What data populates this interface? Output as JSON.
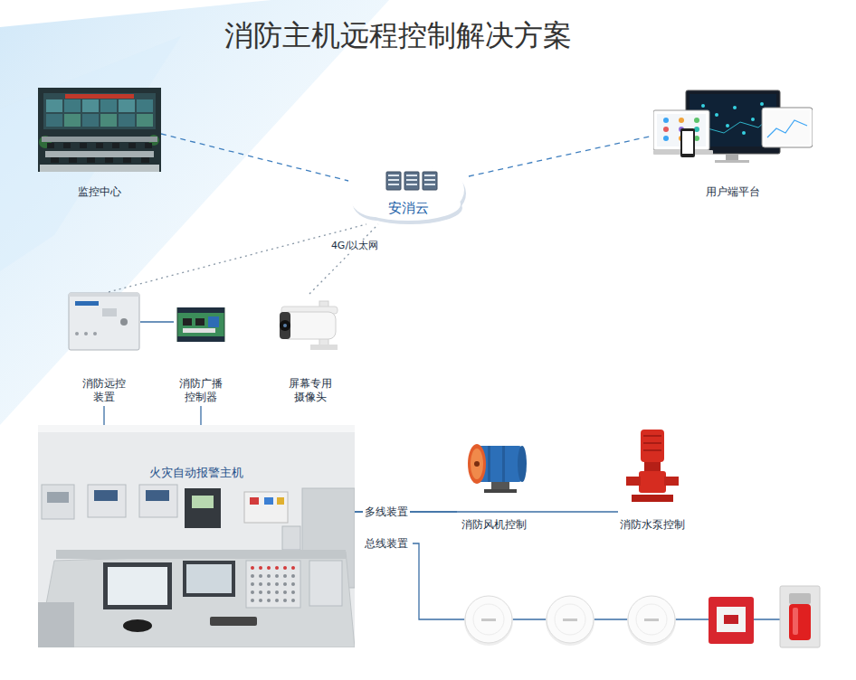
{
  "diagram": {
    "title": "消防主机远程控制解决方案",
    "nodes": [
      {
        "text": [
          "监控中心"
        ]
      },
      {
        "text": [
          "安消云"
        ]
      },
      {
        "text": [
          "用户端平台"
        ]
      },
      {
        "text": [
          "消防远控 装置"
        ]
      },
      {
        "text": [
          "消防广播 控制器"
        ]
      },
      {
        "text": [
          "屏幕专用 摄像头"
        ]
      },
      {
        "text": [
          "火灾自动报警主机"
        ]
      },
      {
        "text": [
          "消防风机控制"
        ]
      },
      {
        "text": [
          "消防水泵控制"
        ]
      }
    ],
    "edges": [
      {
        "from": 0,
        "to": 1,
        "arrow": "none"
      },
      {
        "from": 1,
        "to": 2,
        "arrow": "none"
      },
      {
        "from": 3,
        "to": 1,
        "arrow": "none"
      },
      {
        "from": 5,
        "to": 1,
        "label": "4G/以太网",
        "arrow": "none"
      },
      {
        "from": 3,
        "to": 4,
        "arrow": "none"
      },
      {
        "from": 3,
        "to": 6,
        "arrow": "none"
      },
      {
        "from": 4,
        "to": 6,
        "arrow": "none"
      },
      {
        "from": 6,
        "to": 7,
        "label": "多线装置",
        "arrow": "none"
      },
      {
        "from": 6,
        "to": 8,
        "arrow": "none"
      }
    ],
    "labels": [
      "总线装置"
    ]
  }
}
